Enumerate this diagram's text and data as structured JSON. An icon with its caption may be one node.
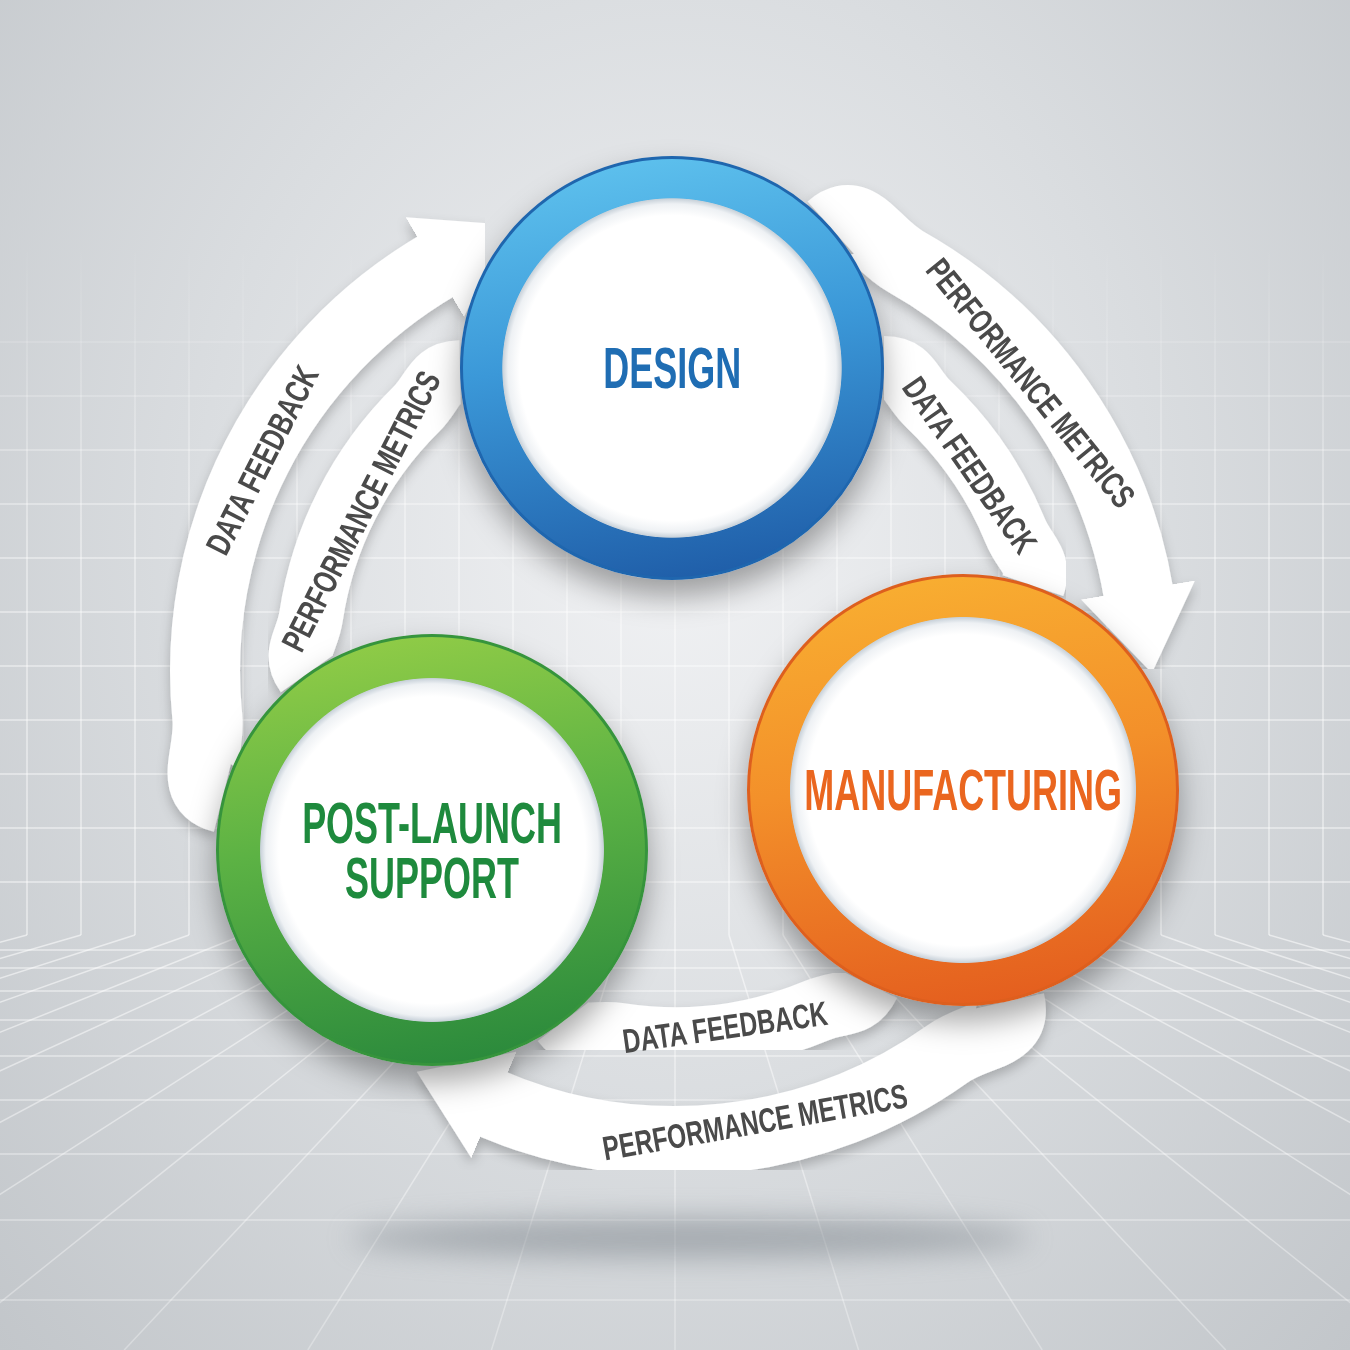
{
  "diagram": {
    "nodes": [
      {
        "text": [
          "DESIGN"
        ]
      },
      {
        "text": [
          "MANUFACTURING"
        ]
      },
      {
        "text": [
          "POST-LAUNCH SUPPORT"
        ]
      }
    ],
    "edges": [
      {
        "from": 2,
        "to": 0,
        "arrow": "to",
        "label": "DATA FEEDBACK"
      },
      {
        "from": 2,
        "to": 0,
        "arrow": "none",
        "label": "PERFORMANCE METRICS"
      },
      {
        "from": 0,
        "to": 1,
        "arrow": "to",
        "label": "PERFORMANCE METRICS"
      },
      {
        "from": 0,
        "to": 1,
        "arrow": "none",
        "label": "DATA FEEDBACK"
      },
      {
        "from": 1,
        "to": 2,
        "arrow": "none",
        "label": "DATA FEEDBACK"
      },
      {
        "from": 1,
        "to": 2,
        "arrow": "to",
        "label": "PERFORMANCE METRICS"
      }
    ]
  }
}
